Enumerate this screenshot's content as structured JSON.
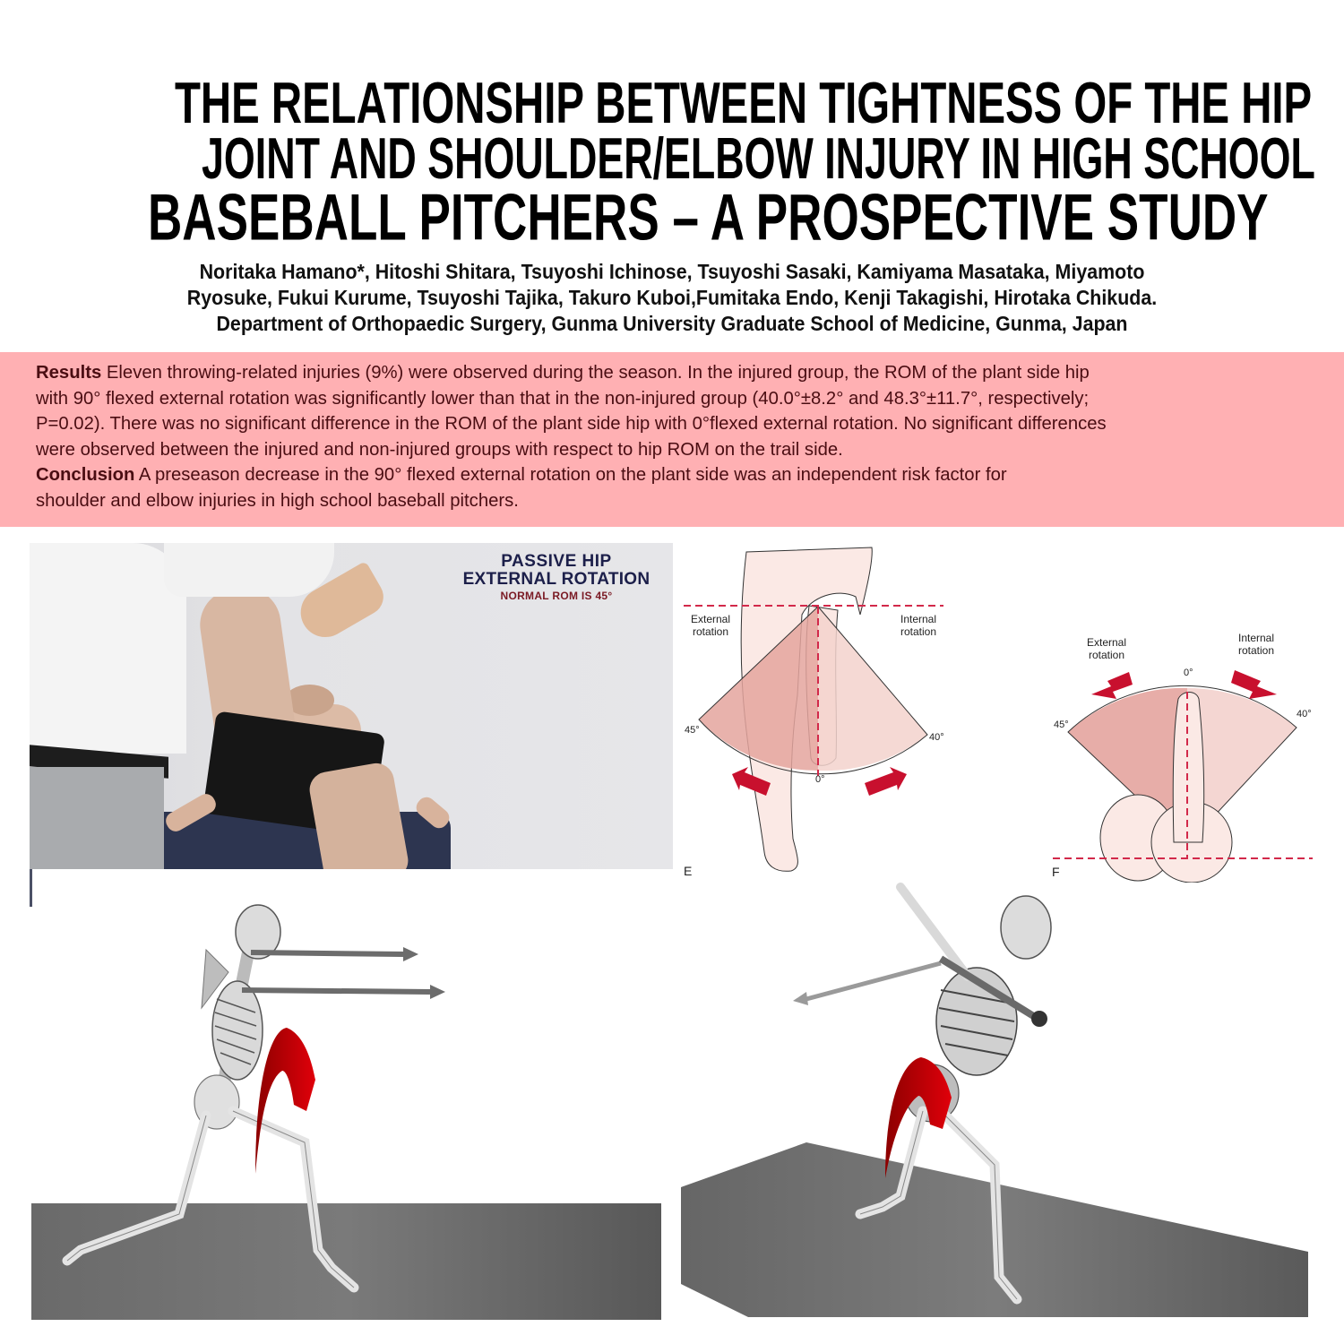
{
  "title": {
    "lines": [
      "THE RELATIONSHIP BETWEEN TIGHTNESS OF THE HIP",
      "JOINT AND SHOULDER/ELBOW INJURY IN HIGH SCHOOL",
      "BASEBALL PITCHERS – A PROSPECTIVE STUDY"
    ]
  },
  "authors": {
    "lines": [
      "Noritaka Hamano*, Hitoshi Shitara, Tsuyoshi Ichinose, Tsuyoshi Sasaki, Kamiyama Masataka, Miyamoto",
      "Ryosuke, Fukui Kurume, Tsuyoshi Tajika, Takuro Kuboi,Fumitaka Endo, Kenji Takagishi, Hirotaka Chikuda."
    ],
    "affiliation": "Department of Orthopaedic Surgery, Gunma University Graduate School of Medicine, Gunma, Japan"
  },
  "abstract": {
    "background_color": "#ffb0b3",
    "text_color": "#4a0d12",
    "results_heading": "Results",
    "results_lines": [
      " Eleven throwing-related injuries (9%) were observed during the season. In the injured group, the ROM of the plant side hip",
      "with 90° flexed external rotation was significantly lower than that in the non-injured group (40.0°±8.2° and 48.3°±11.7°, respectively;",
      "P=0.02). There was no significant difference in the ROM of the plant side hip with 0°flexed external rotation. No significant differences",
      "were observed between the injured and non-injured groups with respect to hip ROM on the trail side."
    ],
    "conclusion_heading": "Conclusion",
    "conclusion_lines": [
      " A preseason decrease in the 90° flexed external rotation on the plant side was an independent risk factor for",
      "shoulder and elbow injuries in high school baseball pitchers."
    ]
  },
  "photo": {
    "caption_line1": "PASSIVE HIP",
    "caption_line2": "EXTERNAL ROTATION",
    "caption_line3": "NORMAL ROM IS 45°",
    "caption_color": "#1c1f4a",
    "subcaption_color": "#7a1a24"
  },
  "diagram_e": {
    "panel_letter": "E",
    "left_label": "External\nrotation",
    "left_label_l1": "External",
    "left_label_l2": "rotation",
    "right_label_l1": "Internal",
    "right_label_l2": "rotation",
    "left_angle": "45°",
    "right_angle": "40°",
    "center_angle": "0°"
  },
  "diagram_f": {
    "panel_letter": "F",
    "left_label_l1": "External",
    "left_label_l2": "rotation",
    "right_label_l1": "Internal",
    "right_label_l2": "rotation",
    "left_angle": "45°",
    "right_angle": "40°",
    "center_angle": "0°"
  },
  "colors": {
    "arrow_red": "#c8102e",
    "sector_dark": "#e4a49e",
    "sector_light": "#f3d2cd",
    "dash_red": "#d2294a",
    "floor_gray": "#6e6e6e"
  }
}
